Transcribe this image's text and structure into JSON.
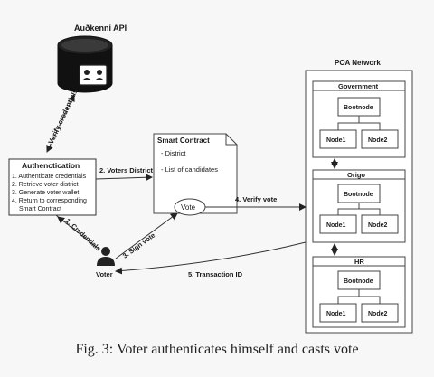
{
  "api": {
    "title": "Auðkenni API"
  },
  "authentication": {
    "title": "Authenctication",
    "steps": [
      "1. Authenticate credentials",
      "2. Retrieve voter district",
      "3. Generate voter wallet",
      "4. Return to corresponding",
      "Smart Contract"
    ]
  },
  "smart_contract": {
    "title": "Smart Contract",
    "items": [
      "- District",
      "- List of candidates"
    ],
    "vote_label": "Vote"
  },
  "voter": {
    "label": "Voter"
  },
  "network": {
    "title": "POA Network",
    "groups": [
      {
        "title": "Government",
        "bootnode": "Bootnode",
        "node1": "Node1",
        "node2": "Node2"
      },
      {
        "title": "Origo",
        "bootnode": "Bootnode",
        "node1": "Node1",
        "node2": "Node2"
      },
      {
        "title": "HR",
        "bootnode": "Bootnode",
        "node1": "Node1",
        "node2": "Node2"
      }
    ]
  },
  "edges": {
    "verify_credentials": "Verify credentials",
    "voters_district": "2. Voters District",
    "credentials": "1. Credentials",
    "sign_vote": "3. Sign vote",
    "verify_vote": "4. Verify vote",
    "transaction_id": "5. Transaction ID"
  },
  "caption": "Fig. 3: Voter authenticates himself and casts vote"
}
